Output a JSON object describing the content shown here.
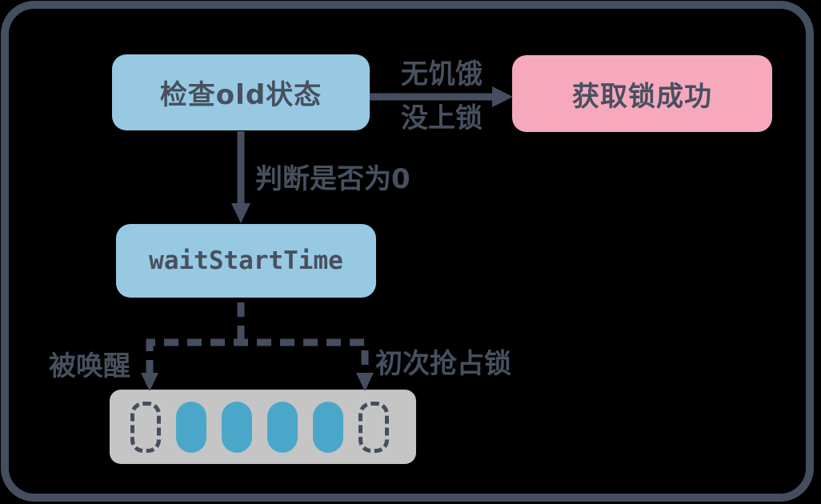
{
  "colors": {
    "bg": "#000000",
    "line": "#454E5E",
    "text": "#47505F",
    "node-blue": "#97C9E3",
    "node-pink": "#F6A9BD",
    "queue-bg": "#C5C5C6",
    "slot-blue": "#4BA7C9"
  },
  "nodes": {
    "check_old": {
      "label": "检查old状态"
    },
    "acquire_success": {
      "label": "获取锁成功"
    },
    "wait_start_time": {
      "label": "waitStartTime"
    }
  },
  "edges": {
    "to_success_line1": "无饥饿",
    "to_success_line2": "没上锁",
    "judge_zero": "判断是否为0",
    "woken": "被唤醒",
    "first_grab": "初次抢占锁"
  },
  "queue": {
    "slots": [
      "dashed",
      "solid",
      "solid",
      "solid",
      "solid",
      "dashed"
    ]
  }
}
